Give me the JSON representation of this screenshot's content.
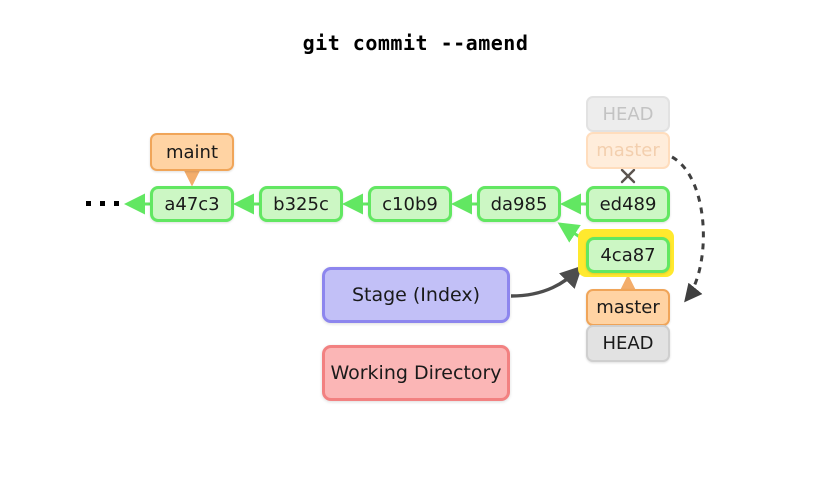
{
  "title": "git commit --amend",
  "diagram": {
    "ellipsis": "dots-continuation",
    "commits": [
      {
        "id": "a47c3",
        "label": "a47c3"
      },
      {
        "id": "b325c",
        "label": "b325c"
      },
      {
        "id": "c10b9",
        "label": "c10b9"
      },
      {
        "id": "da985",
        "label": "da985"
      },
      {
        "id": "ed489",
        "label": "ed489"
      },
      {
        "id": "4ca87",
        "label": "4ca87"
      }
    ],
    "labels": {
      "maint": "maint",
      "ghost_head": "HEAD",
      "ghost_master": "master",
      "new_master": "master",
      "new_head": "HEAD",
      "detach_mark": "×"
    },
    "areas": {
      "stage": "Stage (Index)",
      "working_directory": "Working Directory"
    }
  },
  "colors": {
    "commit_fill": "#ccf7c4",
    "commit_border": "#62e762",
    "branch_fill": "#ffd3a3",
    "branch_border": "#f0a559",
    "head_fill": "#e2e2e2",
    "head_border": "#cfcfcf",
    "stage_fill": "#c2c0f7",
    "stage_border": "#8d86ee",
    "workdir_fill": "#fbb6b6",
    "workdir_border": "#f28181",
    "highlight": "#ffe92e",
    "arrow_gray": "#4d4d4d",
    "arrow_orange": "#f0a559",
    "arrow_green": "#62e762",
    "text": "#1a1a1a"
  }
}
